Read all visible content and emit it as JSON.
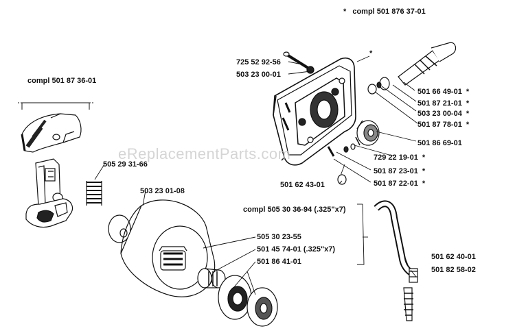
{
  "watermark": "eReplacementParts.com",
  "labels": {
    "compl_501_876_37_01": "compl 501 876 37-01",
    "compl_501_87_36_01": "compl 501 87 36-01",
    "p_725_52_92_56": "725 52 92-56",
    "p_503_23_00_01": "503 23 00-01",
    "p_501_66_49_01": "501 66 49-01",
    "p_501_87_21_01": "501 87 21-01",
    "p_503_23_00_04": "503 23 00-04",
    "p_501_87_78_01": "501 87 78-01",
    "p_501_86_69_01": "501 86 69-01",
    "p_729_22_19_01": "729 22 19-01",
    "p_501_87_23_01": "501 87 23-01",
    "p_501_62_43_01": "501  62 43-01",
    "p_501_87_22_01": "501 87 22-01",
    "p_505_29_31_66": "505 29 31-66",
    "p_503_23_01_08": "503 23 01-08",
    "compl_505_30_36_94": "compl 505 30 36-94 (.325\"x7)",
    "p_505_30_23_55": "505 30 23-55",
    "p_501_45_74_01": "501 45 74-01 (.325\"x7)",
    "p_501_86_41_01": "501 86 41-01",
    "p_501_62_40_01": "501 62 40-01",
    "p_501_82_58_02": "501 82 58-02"
  },
  "asterisk": "*"
}
